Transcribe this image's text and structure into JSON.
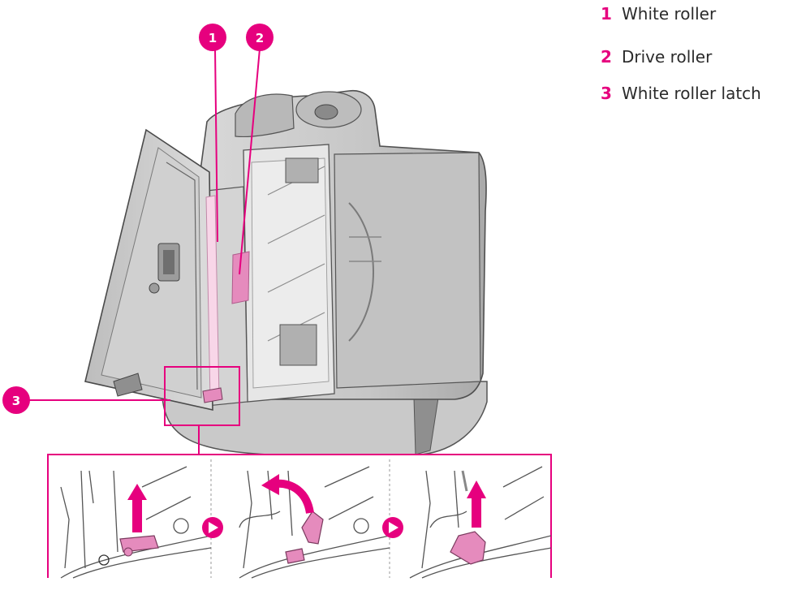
{
  "accent_color": "#e6007e",
  "legend": [
    {
      "number": "1",
      "label": "White roller"
    },
    {
      "number": "2",
      "label": "Drive roller"
    },
    {
      "number": "3",
      "label": "White roller latch"
    }
  ],
  "callouts": [
    {
      "number": "1"
    },
    {
      "number": "2"
    },
    {
      "number": "3"
    }
  ],
  "steps": [
    {
      "icon": "lift-up-arrow-icon"
    },
    {
      "icon": "rotate-arrow-icon"
    },
    {
      "icon": "lift-out-arrow-icon"
    }
  ]
}
